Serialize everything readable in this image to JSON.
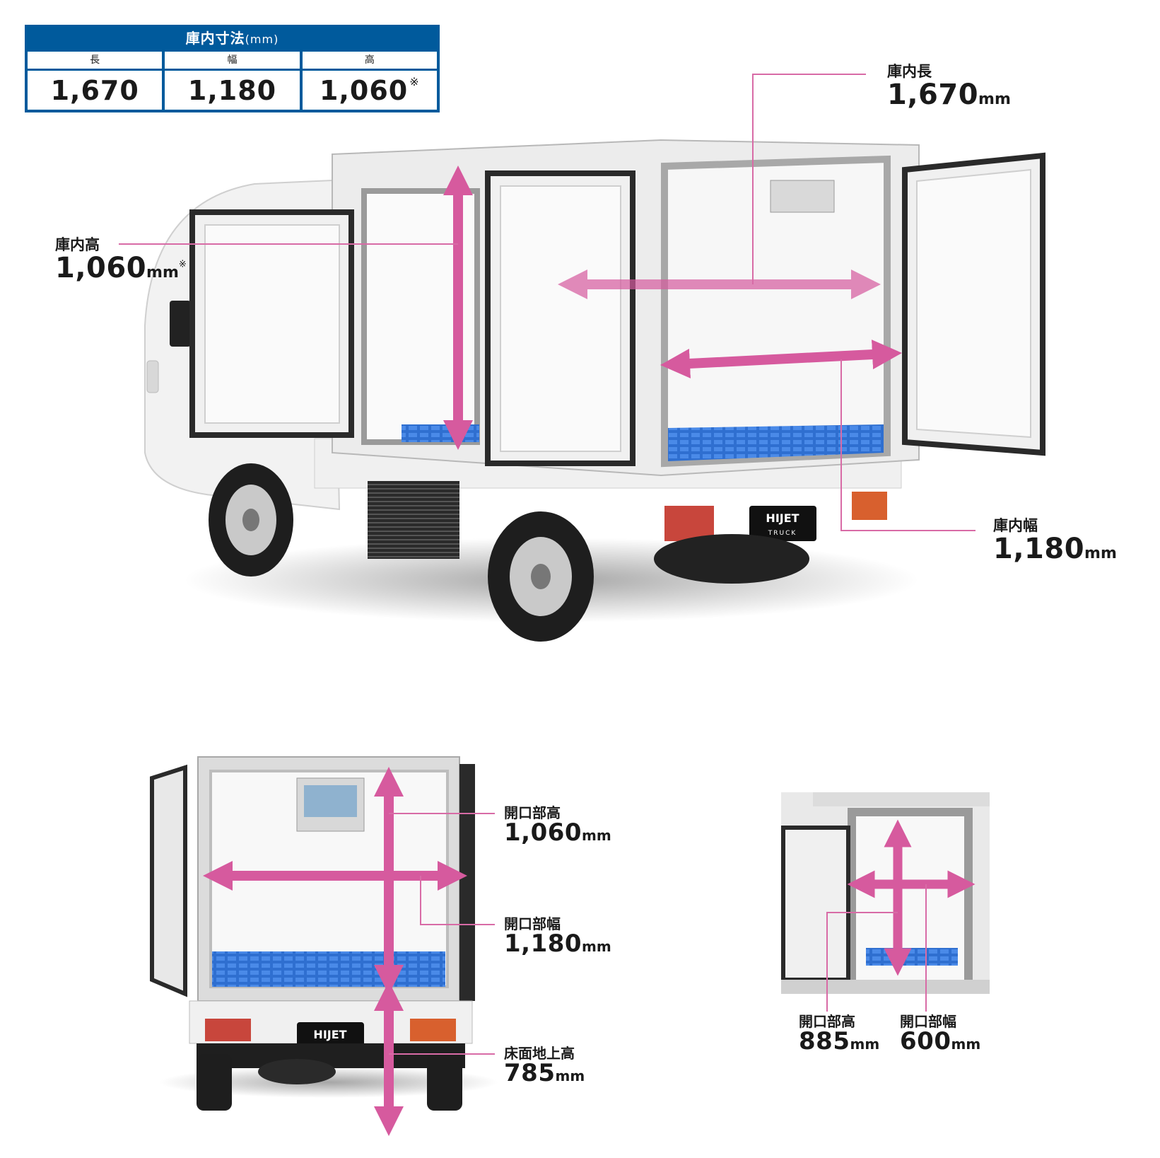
{
  "spec_table": {
    "title": "庫内寸法",
    "unit": "(mm)",
    "columns": [
      {
        "header": "長",
        "value": "1,670",
        "mark": ""
      },
      {
        "header": "幅",
        "value": "1,180",
        "mark": ""
      },
      {
        "header": "高",
        "value": "1,060",
        "mark": "※"
      }
    ]
  },
  "callouts": {
    "inner_length": {
      "label": "庫内長",
      "value": "1,670",
      "unit": "mm"
    },
    "inner_height": {
      "label": "庫内高",
      "value": "1,060",
      "unit": "mm",
      "mark": "※"
    },
    "inner_width": {
      "label": "庫内幅",
      "value": "1,180",
      "unit": "mm"
    },
    "rear_opening_height": {
      "label": "開口部高",
      "value": "1,060",
      "unit": "mm"
    },
    "rear_opening_width": {
      "label": "開口部幅",
      "value": "1,180",
      "unit": "mm"
    },
    "floor_height": {
      "label": "床面地上高",
      "value": "785",
      "unit": "mm"
    },
    "side_opening_height": {
      "label": "開口部高",
      "value": "885",
      "unit": "mm"
    },
    "side_opening_width": {
      "label": "開口部幅",
      "value": "600",
      "unit": "mm"
    }
  },
  "vehicle_badge": {
    "line1": "HIJET",
    "line2": "TRUCK"
  },
  "colors": {
    "spec_blue": "#005a9c",
    "arrow_pink": "#d65a9e",
    "leader_pink": "#d86ba6",
    "floor_pallet": "#2f6fd0"
  }
}
